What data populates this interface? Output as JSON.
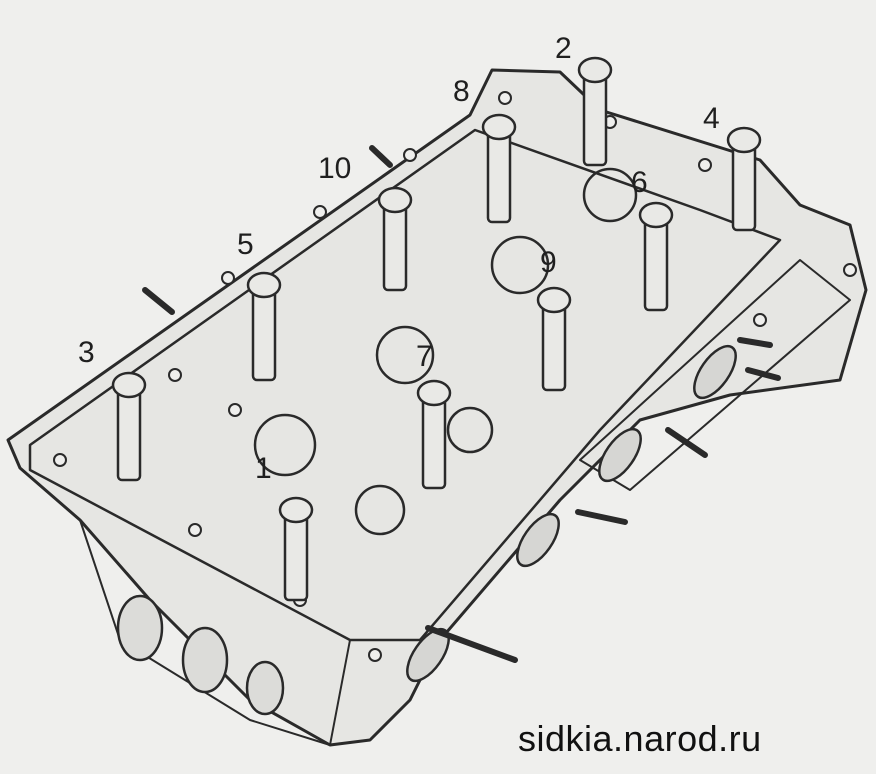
{
  "bolt_labels": [
    {
      "id": "1",
      "text": "1"
    },
    {
      "id": "2",
      "text": "2"
    },
    {
      "id": "3",
      "text": "3"
    },
    {
      "id": "4",
      "text": "4"
    },
    {
      "id": "5",
      "text": "5"
    },
    {
      "id": "6",
      "text": "6"
    },
    {
      "id": "7",
      "text": "7"
    },
    {
      "id": "8",
      "text": "8"
    },
    {
      "id": "9",
      "text": "9"
    },
    {
      "id": "10",
      "text": "10"
    }
  ],
  "watermark": "sidkia.narod.ru",
  "colors": {
    "background": "#efefed",
    "line": "#2a2a2a",
    "shade": "#c9c9c6"
  }
}
